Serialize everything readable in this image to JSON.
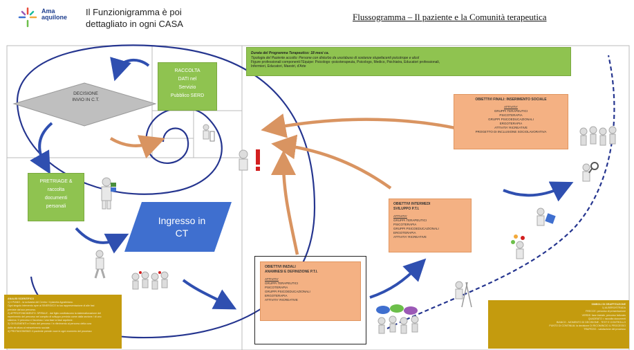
{
  "header": {
    "logo_line1": "Ama",
    "logo_line2": "aquilone",
    "subtitle_line1": "Il Funzionigramma è poi",
    "subtitle_line2": "dettagliato in ogni CASA",
    "title": "Flussogramma – Il paziente e la Comunità terapeutica"
  },
  "nodes": {
    "raccolta_dati": [
      "RACCOLTA",
      "DATI nel",
      "Servizio",
      "Pubblico SERD"
    ],
    "decisione": [
      "DECISIONE",
      "INVIO IN C.T."
    ],
    "pretriage": [
      "PRETRIAGE &",
      "raccolta",
      "documenti",
      "personali"
    ],
    "ingresso": [
      "Ingresso in",
      "CT"
    ]
  },
  "info_box": {
    "line1": "Durata del Programma Terapeutico: 18 mesi ca.",
    "line2": "Tipologia del Paziente accolto: Persone con disturbo da uso/abuso di sostanze stupefacenti psicotrope e alcol",
    "line3": "Figure professionali componenti l'Equipe: Psicologo -psicoterapeuta, Psicologo, Medico, Psichiatra, Educatori professionali,",
    "line4": "Infermieri, Educatori, Maestri, d'Arte"
  },
  "obiettivi_iniziali": {
    "heading1": "OBIETTIVI INIZIALI",
    "heading2": "ANAMNESI E DEFINIZIONE P.T.I.",
    "label": "ATTIVITA'",
    "items": [
      "GRUPPI TERAPEUTICI",
      "PSICOTERAPIA",
      "GRUPPI PSICOEDUCAZIONALI",
      "ERGOTERAPIA",
      "ATTIVITA' RICREATIVE"
    ]
  },
  "obiettivi_intermedi": {
    "heading1": "OBIETTIVI INTERMEDI",
    "heading2": "SVILUPPO P.T.I.",
    "label": "ATTIVITA'",
    "items": [
      "GRUPPI TERAPEUTICI",
      "PSICOTERAPIA",
      "GRUPPI PSICOEDUCAZIONALI",
      "ERGOTERAPIA",
      "ATTIVITA' RICREATIVE"
    ]
  },
  "obiettivi_finali": {
    "heading1": "OBIETTIVI FINALI: INSERIMENTO SOCIALE",
    "label": "ATTIVITA'",
    "items": [
      "GRUPPI TERAPEUTICI",
      "PSICOTERAPIA",
      "GRUPPI PSICOEDUCAZIONALI",
      "ERGOTERAPIA",
      "ATTIVITA' RICREATIVE",
      "PROGETTO DI INCLUSIONE SOCIOLAVORATIVA"
    ]
  },
  "legend_left": {
    "lines": [
      "ANALISI SCIENTIFICO",
      "1) Il PIANO - la scrivania del Centro / il pianeta Agostiniano.",
      "Ogni singolo intervento apre al SINERGICO la tua rappresentazione di alle fasi",
      "previste dal suo percorso.",
      "2) APPROFONDIMENTO: SPIRALE - dal figlio costituiscono la sistematizzazione del",
      "reperimento del percorso nel compito di sviluppo previsto come dalla sezione / di uno",
      "sistema / il percorso e l'accesso / una fase la fase aquilone.",
      "3) Gli ELEMENTI e l'inizio del percorso / in riferimento al percorso della cura",
      "dalla struttura al reinserimento sociale.",
      "4) PROTAGONISMO: il paziente prende voce in ogni momento del processo"
    ]
  },
  "legend_right": {
    "lines": [
      "SIMBOLI DI GRAFFITAZIONE",
      "1) ALBERO/STRADA",
      "FRECCE: percorso di presentazione",
      "VERDE: fase iniziale, percorso fatturato",
      "QUADRATO = raccolta documenti",
      "BIANCO - MOMENTO DI DECISIONE - TEST E CONTROLLO",
      "PUNTO DI CONTINUA: la decisione DI RICOMINCIO IL PROCESSO",
      "TRAPEZIO - valutazione del processo"
    ]
  },
  "colors": {
    "green": "#8fc350",
    "orange_box": "#f4b183",
    "orange_arrow": "#d99461",
    "blue_shape": "#3f6fcf",
    "navy_curve": "#25358f",
    "gold": "#c49b0e",
    "decision_grey": "#bfbfbf",
    "red_mark": "#d21f1f"
  },
  "icons": [
    "person-ladder-icon",
    "person-books-icon",
    "person-walking-icon",
    "people-group-icon",
    "person-exclamation-icon",
    "speech-bubbles-icon",
    "people-puzzle-icon",
    "person-magnifier-icon"
  ]
}
